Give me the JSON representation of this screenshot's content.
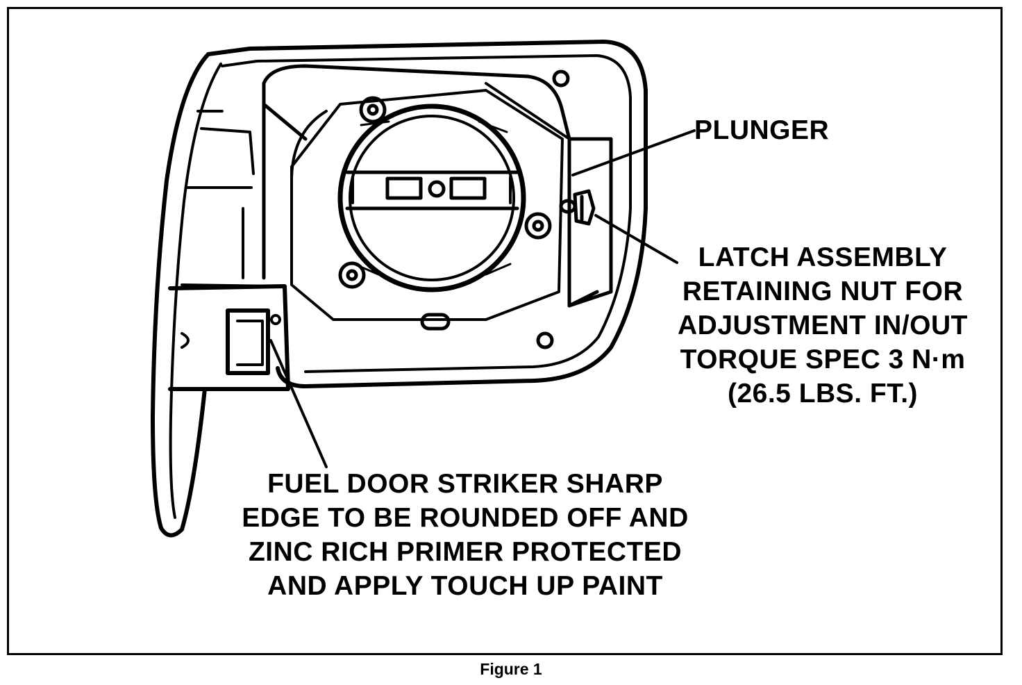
{
  "figure": {
    "caption": "Figure 1",
    "ink_color": "#000000",
    "background_color": "#ffffff"
  },
  "callouts": {
    "plunger": {
      "lines": [
        "PLUNGER"
      ]
    },
    "latch_assembly": {
      "lines": [
        "LATCH ASSEMBLY",
        "RETAINING NUT FOR",
        "ADJUSTMENT IN/OUT",
        "TORQUE SPEC 3 N·m",
        "(26.5 LBS. FT.)"
      ]
    },
    "striker": {
      "lines": [
        "FUEL DOOR STRIKER SHARP",
        "EDGE TO BE ROUNDED OFF AND",
        "ZINC RICH PRIMER PROTECTED",
        "AND APPLY TOUCH UP PAINT"
      ]
    }
  }
}
